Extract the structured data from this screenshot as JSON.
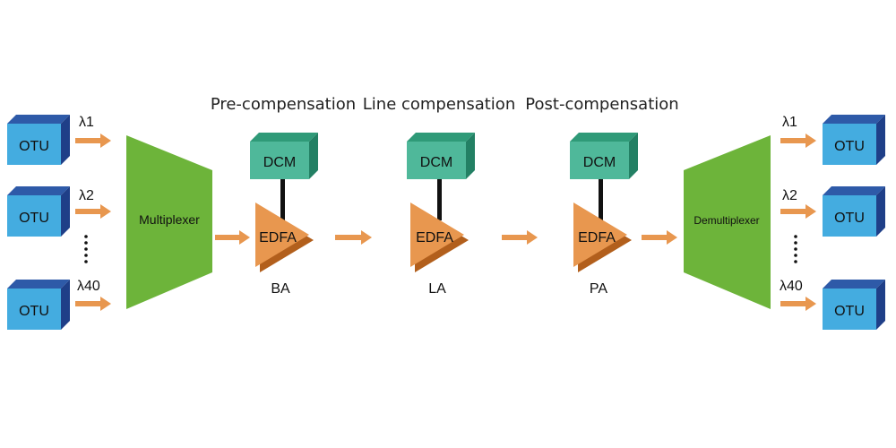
{
  "stages": {
    "pre": "Pre-compensation",
    "line": "Line compensation",
    "post": "Post-compensation"
  },
  "otu_label": "OTU",
  "dcm_label": "DCM",
  "edfa_label": "EDFA",
  "multiplexer_label": "Multiplexer",
  "demultiplexer_label": "Demultiplexer",
  "wavelengths": {
    "l1": "λ1",
    "l2": "λ2",
    "l40": "λ40"
  },
  "amplifiers": {
    "booster": "BA",
    "line": "LA",
    "pre": "PA"
  },
  "colors": {
    "otu_face": "#44ace0",
    "otu_top": "#2e5aa8",
    "otu_side": "#1f3f88",
    "dcm_face": "#4fb89a",
    "dcm_top": "#2f9a78",
    "dcm_side": "#238064",
    "mux": "#6db43a",
    "edfa": "#e8974f",
    "edfa_shadow": "#b25f1c",
    "arrow": "#e8974f"
  }
}
